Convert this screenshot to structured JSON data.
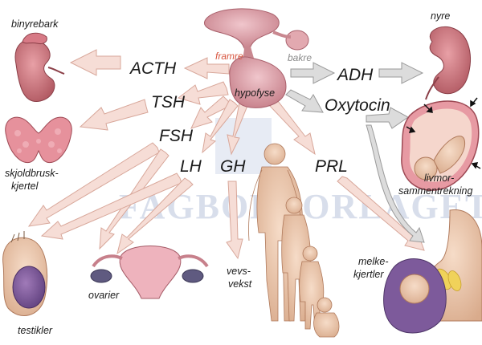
{
  "labels": {
    "framre": "framre",
    "bakre": "bakre",
    "hypofyse": "hypofyse",
    "binyrebark": "binyrebark",
    "nyre": "nyre",
    "skjoldbrusk_1": "skjoldbrusk-",
    "skjoldbrusk_2": "kjertel",
    "livmor_1": "livmor-",
    "livmor_2": "sammentrekning",
    "melke_1": "melke-",
    "melke_2": "kjertler",
    "vevs_1": "vevs-",
    "vevs_2": "vekst",
    "ovarier": "ovarier",
    "testikler": "testikler"
  },
  "hormones": {
    "acth": "ACTH",
    "tsh": "TSH",
    "fsh": "FSH",
    "lh": "LH",
    "gh": "GH",
    "prl": "PRL",
    "adh": "ADH",
    "oxytocin": "Oxytocin"
  },
  "watermark": "FAGBOKFORLAGET",
  "colors": {
    "anterior_arrow": "#f6ddd6",
    "anterior_stroke": "#d8a79a",
    "posterior_arrow": "#dcdcdc",
    "posterior_stroke": "#9a9a9a",
    "organ_red": "#c8727a",
    "label_red": "#d8553f"
  }
}
